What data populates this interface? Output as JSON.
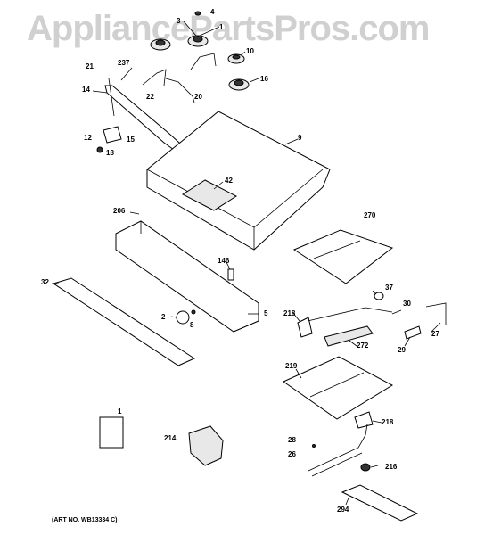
{
  "watermark": "AppliancePartsPros.com",
  "art_number": "(ART NO. WB13334 C)",
  "callouts": {
    "c1_top": "1",
    "c3": "3",
    "c4": "4",
    "c10": "10",
    "c16": "16",
    "c21": "21",
    "c237": "237",
    "c22": "22",
    "c20": "20",
    "c14": "14",
    "c12": "12",
    "c15": "15",
    "c18": "18",
    "c9": "9",
    "c42": "42",
    "c206": "206",
    "c270": "270",
    "c146": "146",
    "c32": "32",
    "c37": "37",
    "c30": "30",
    "c218_a": "218",
    "c2": "2",
    "c8": "8",
    "c5": "5",
    "c272": "272",
    "c27": "27",
    "c29": "29",
    "c219": "219",
    "c218_b": "218",
    "c1_bottom": "1",
    "c214": "214",
    "c28": "28",
    "c26": "26",
    "c216": "216",
    "c294": "294"
  }
}
